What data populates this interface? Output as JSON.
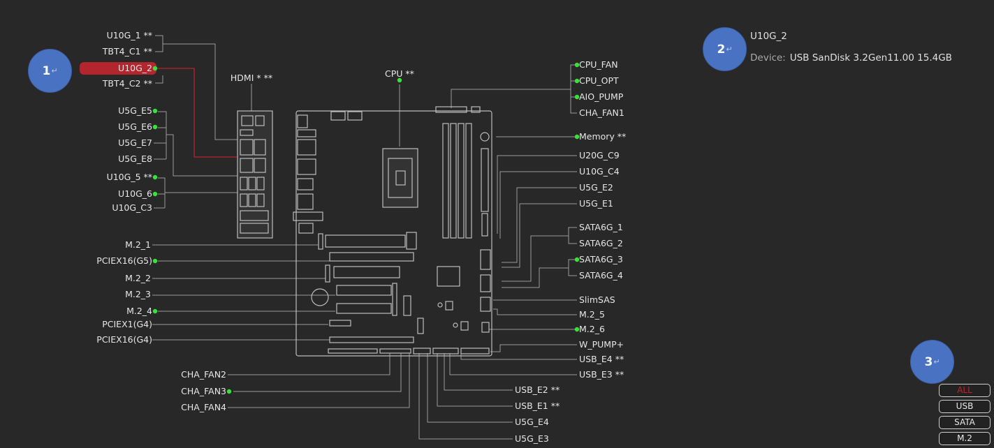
{
  "colors": {
    "background": "#282828",
    "selected_highlight": "#b3262d",
    "active_dot": "#36e336",
    "marker_blue": "#4a72c2",
    "active_filter_text": "#c2202a"
  },
  "ports_left": [
    {
      "id": "u10g1",
      "label": "U10G_1 **",
      "dot": false
    },
    {
      "id": "tbt4c1",
      "label": "TBT4_C1 **",
      "dot": false
    },
    {
      "id": "u10g2",
      "label": "U10G_2",
      "dot": true,
      "selected": true
    },
    {
      "id": "tbt4c2",
      "label": "TBT4_C2 **",
      "dot": false
    },
    {
      "id": "u5ge5",
      "label": "U5G_E5",
      "dot": true
    },
    {
      "id": "u5ge6",
      "label": "U5G_E6",
      "dot": true
    },
    {
      "id": "u5ge7",
      "label": "U5G_E7",
      "dot": false
    },
    {
      "id": "u5ge8",
      "label": "U5G_E8",
      "dot": false
    },
    {
      "id": "u10g5",
      "label": "U10G_5 **",
      "dot": true
    },
    {
      "id": "u10g6",
      "label": "U10G_6",
      "dot": true
    },
    {
      "id": "u10gc3",
      "label": "U10G_C3",
      "dot": false
    },
    {
      "id": "m21",
      "label": "M.2_1",
      "dot": false
    },
    {
      "id": "pciex16g5",
      "label": "PCIEX16(G5)",
      "dot": true
    },
    {
      "id": "m22",
      "label": "M.2_2",
      "dot": false
    },
    {
      "id": "m23",
      "label": "M.2_3",
      "dot": false
    },
    {
      "id": "m24",
      "label": "M.2_4",
      "dot": true
    },
    {
      "id": "pciex1g4",
      "label": "PCIEX1(G4)",
      "dot": false
    },
    {
      "id": "pciex16g4",
      "label": "PCIEX16(G4)",
      "dot": false
    }
  ],
  "ports_top": [
    {
      "id": "hdmi",
      "label": "HDMI * **",
      "dot": false
    },
    {
      "id": "cpu",
      "label": "CPU **",
      "dot": true
    }
  ],
  "ports_right": [
    {
      "id": "cpufan",
      "label": "CPU_FAN",
      "dot": true
    },
    {
      "id": "cpuopt",
      "label": "CPU_OPT",
      "dot": true
    },
    {
      "id": "aiopump",
      "label": "AIO_PUMP",
      "dot": true
    },
    {
      "id": "chafan1",
      "label": "CHA_FAN1",
      "dot": false
    },
    {
      "id": "memory",
      "label": "Memory **",
      "dot": true
    },
    {
      "id": "u20gc9",
      "label": "U20G_C9",
      "dot": false
    },
    {
      "id": "u10gc4",
      "label": "U10G_C4",
      "dot": false
    },
    {
      "id": "u5ge2",
      "label": "U5G_E2",
      "dot": false
    },
    {
      "id": "u5ge1",
      "label": "U5G_E1",
      "dot": false
    },
    {
      "id": "sata1",
      "label": "SATA6G_1",
      "dot": false
    },
    {
      "id": "sata2",
      "label": "SATA6G_2",
      "dot": false
    },
    {
      "id": "sata3",
      "label": "SATA6G_3",
      "dot": true
    },
    {
      "id": "sata4",
      "label": "SATA6G_4",
      "dot": false
    },
    {
      "id": "slimsas",
      "label": "SlimSAS",
      "dot": false
    },
    {
      "id": "m25",
      "label": "M.2_5",
      "dot": false
    },
    {
      "id": "m26",
      "label": "M.2_6",
      "dot": true
    },
    {
      "id": "wpump",
      "label": "W_PUMP+",
      "dot": false
    },
    {
      "id": "usbe4",
      "label": "USB_E4 **",
      "dot": false
    },
    {
      "id": "usbe3",
      "label": "USB_E3 **",
      "dot": false
    }
  ],
  "ports_bottom": [
    {
      "id": "chafan2",
      "label": "CHA_FAN2",
      "dot": false
    },
    {
      "id": "chafan3",
      "label": "CHA_FAN3",
      "dot": true
    },
    {
      "id": "chafan4",
      "label": "CHA_FAN4",
      "dot": false
    },
    {
      "id": "usbe2",
      "label": "USB_E2 **",
      "dot": false
    },
    {
      "id": "usbe1",
      "label": "USB_E1 **",
      "dot": false
    },
    {
      "id": "u5ge4",
      "label": "U5G_E4",
      "dot": false
    },
    {
      "id": "u5ge3",
      "label": "U5G_E3",
      "dot": false
    }
  ],
  "info": {
    "title": "U10G_2",
    "device_key": "Device:",
    "device_value": "USB SanDisk 3.2Gen11.00 15.4GB"
  },
  "markers": [
    {
      "id": "m1",
      "number": "1",
      "glyph": "↵"
    },
    {
      "id": "m2",
      "number": "2",
      "glyph": "↵"
    },
    {
      "id": "m3",
      "number": "3",
      "glyph": "↵"
    }
  ],
  "filters": [
    {
      "id": "all",
      "label": "ALL",
      "active": true
    },
    {
      "id": "usb",
      "label": "USB",
      "active": false
    },
    {
      "id": "sata",
      "label": "SATA",
      "active": false
    },
    {
      "id": "m2",
      "label": "M.2",
      "active": false
    }
  ]
}
